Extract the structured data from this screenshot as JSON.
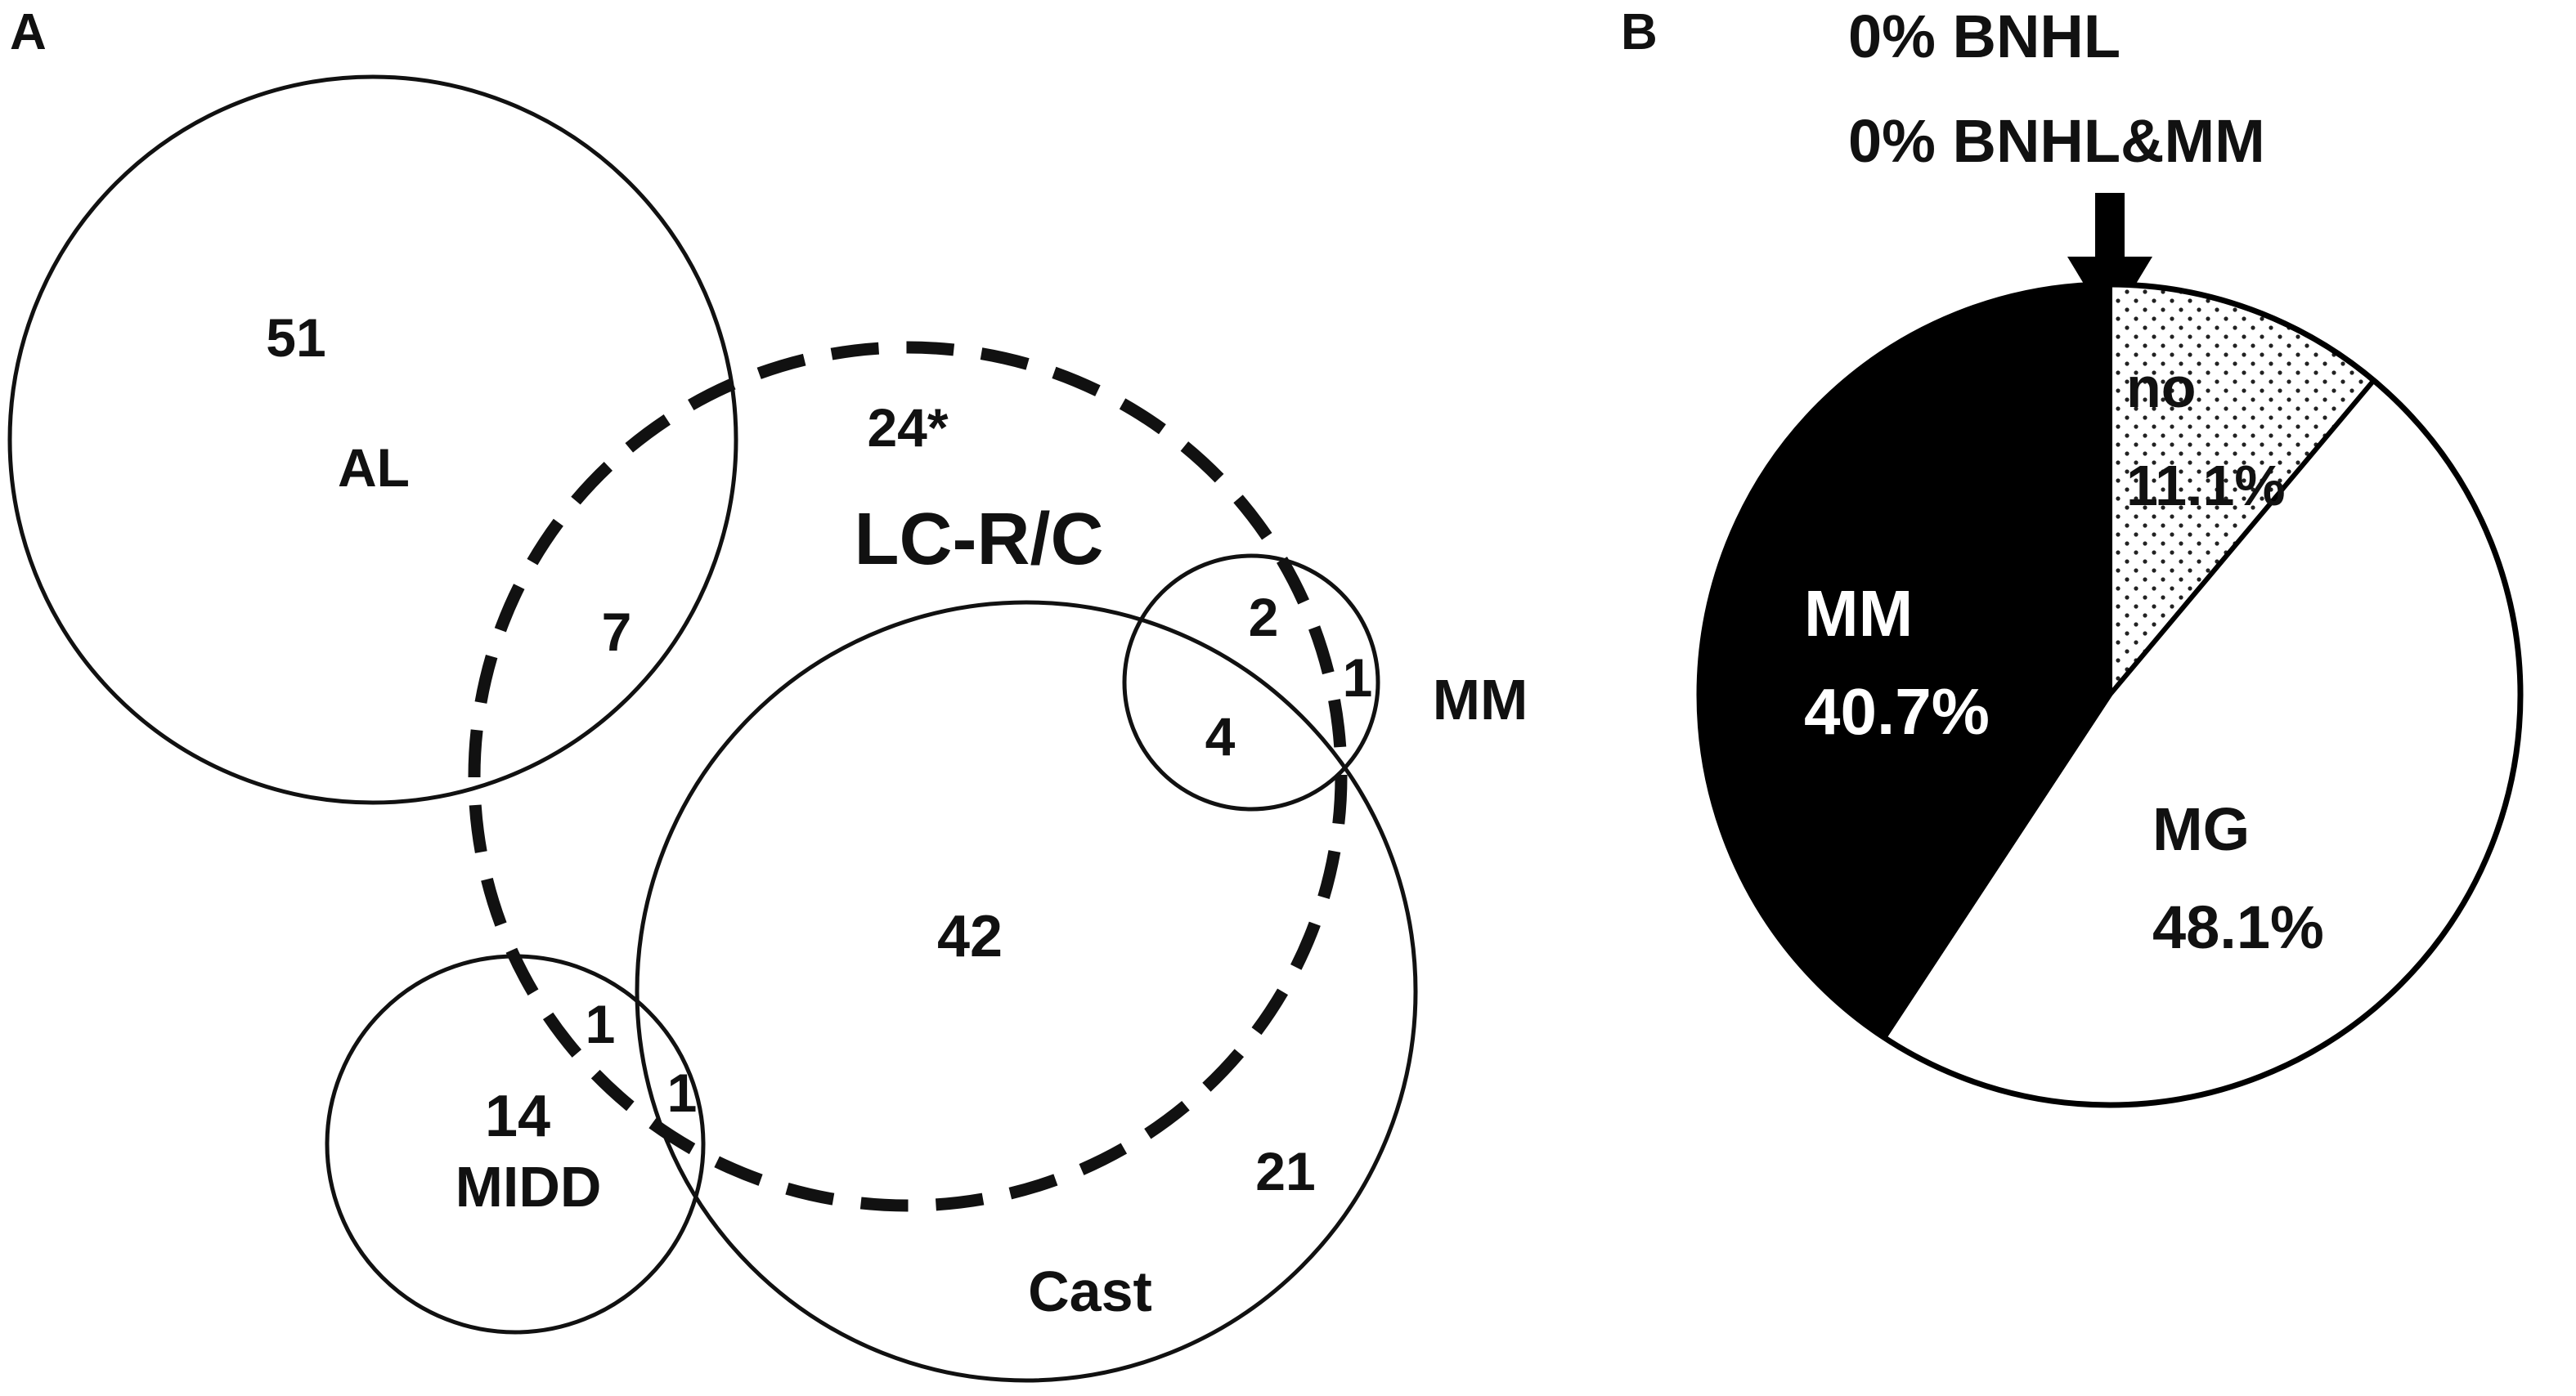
{
  "panel_a": {
    "panel_letter": "A",
    "sets": {
      "al": "AL",
      "lcrc": "LC-R/C",
      "mm": "MM",
      "cast": "Cast",
      "midd": "MIDD"
    },
    "counts": {
      "al_only": "51",
      "lcrc_only": "24*",
      "al_lcrc": "7",
      "lcrc_mm": "2",
      "mm_only": "1",
      "lcrc_mm_cast": "4",
      "lcrc_cast": "42",
      "cast_only": "21",
      "midd_only": "14",
      "midd_lcrc": "1",
      "midd_lcrc_cast": "1"
    }
  },
  "panel_b": {
    "panel_letter": "B",
    "top_note_1": "0% BNHL",
    "top_note_2": "0% BNHL&MM",
    "slices": [
      {
        "name": "no",
        "percent_label": "11.1%",
        "value": 11.1,
        "fill": "dotted"
      },
      {
        "name": "MG",
        "percent_label": "48.1%",
        "value": 48.1,
        "fill": "#ffffff"
      },
      {
        "name": "MM",
        "percent_label": "40.7%",
        "value": 40.7,
        "fill": "#000000"
      }
    ]
  }
}
